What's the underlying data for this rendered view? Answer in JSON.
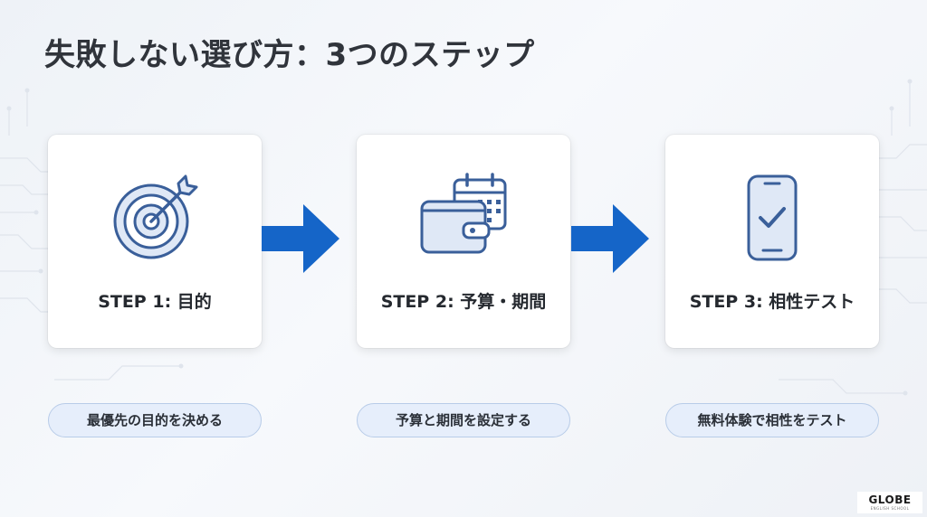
{
  "title": "失敗しない選び方：3つのステップ",
  "steps": [
    {
      "label": "STEP 1: 目的",
      "description": "最優先の目的を決める",
      "icon": "target-icon"
    },
    {
      "label": "STEP 2: 予算・期間",
      "description": "予算と期間を設定する",
      "icon": "wallet-calendar-icon"
    },
    {
      "label": "STEP 3: 相性テスト",
      "description": "無料体験で相性をテスト",
      "icon": "smartphone-check-icon"
    }
  ],
  "logo": {
    "text": "GLOBE",
    "subtext": "ENGLISH SCHOOL"
  },
  "colors": {
    "accent_blue": "#1565c8",
    "icon_stroke": "#3a5f9a",
    "icon_fill": "#dfe8f6",
    "pill_bg": "#e6eefb"
  }
}
